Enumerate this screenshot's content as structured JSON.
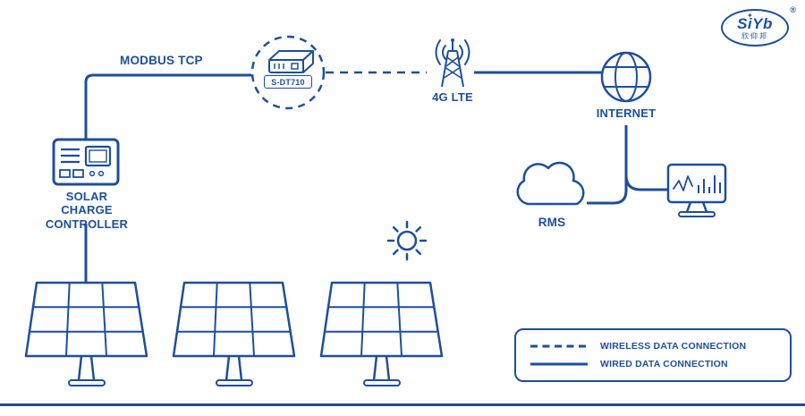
{
  "colors": {
    "accent": "#1d4e9e",
    "background": "#ffffff"
  },
  "logo": {
    "brand": "SiYb",
    "star": "✦",
    "registered": "®",
    "subtitle": "欣仰邦"
  },
  "nodes": {
    "modbus_label": "MODBUS TCP",
    "gateway_model": "S-DT710",
    "lte_label": "4G LTE",
    "internet_label": "INTERNET",
    "rms_label": "RMS",
    "controller_label": "SOLAR CHARGE CONTROLLER"
  },
  "legend": {
    "wireless_label": "WIRELESS DATA CONNECTION",
    "wired_label": "WIRED DATA CONNECTION"
  }
}
